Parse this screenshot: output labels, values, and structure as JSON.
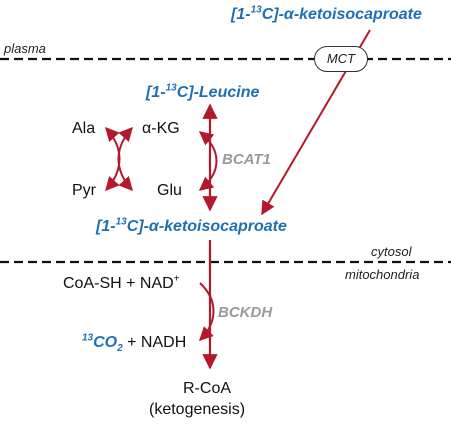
{
  "compartments": {
    "plasma": "plasma",
    "cytosol": "cytosol",
    "mitochondria": "mitochondria"
  },
  "transporter": "MCT",
  "metabolites": {
    "plasma_kic_prefix": "[1-",
    "plasma_kic_isotope": "13",
    "plasma_kic_suffix": "C]-α-ketoisocaproate",
    "leucine_prefix": "[1-",
    "leucine_isotope": "13",
    "leucine_suffix": "C]-Leucine",
    "kic_prefix": "[1-",
    "kic_isotope": "13",
    "kic_suffix": "C]-α-ketoisocaproate",
    "ala": "Ala",
    "akg": "α-KG",
    "pyr": "Pyr",
    "glu": "Glu",
    "coa_sh_nad": "CoA-SH + NAD",
    "nad_charge": "+",
    "co2_isotope": "13",
    "co2_main": "CO",
    "co2_sub": "2",
    "nadh": "+ NADH",
    "rcoa": "R-CoA",
    "ketogenesis": "(ketogenesis)"
  },
  "enzymes": {
    "bcat1": "BCAT1",
    "bckdh": "BCKDH"
  },
  "colors": {
    "arrow": "#b5182b",
    "labeled_metabolite": "#1f6fb5",
    "enzyme": "#9a9a9a",
    "membrane": "#111111"
  }
}
